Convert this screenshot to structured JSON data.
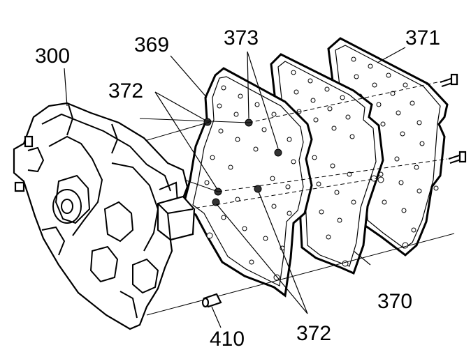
{
  "diagram": {
    "callouts": {
      "c300": "300",
      "c369": "369",
      "c373": "373",
      "c371": "371",
      "c372_top": "372",
      "c372_bottom": "372",
      "c370": "370",
      "c410": "410"
    }
  }
}
